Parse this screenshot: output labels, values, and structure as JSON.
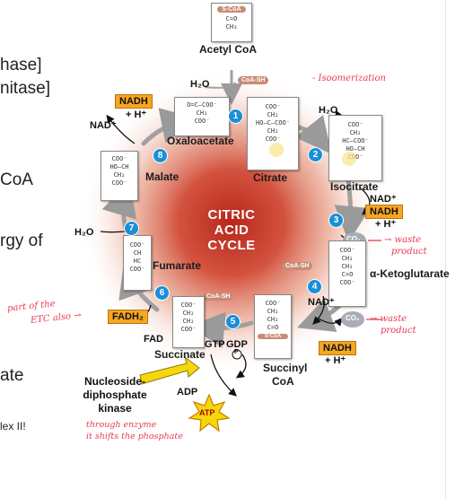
{
  "left_fragments": {
    "line1": "hase]",
    "line2": "nitase]",
    "line3": "CoA",
    "line4": "rgy of",
    "line5": "ate",
    "line6": "lex II!"
  },
  "center": {
    "line1": "CITRIC",
    "line2": "ACID",
    "line3": "CYCLE"
  },
  "steps": [
    "1",
    "2",
    "3",
    "4",
    "5",
    "6",
    "7",
    "8"
  ],
  "molecules": {
    "acetyl_coa": "Acetyl CoA",
    "oxaloacetate": "Oxaloacetate",
    "citrate": "Citrate",
    "isocitrate": "Isocitrate",
    "ketoglutarate": "α-Ketoglutarate",
    "succinyl_coa_1": "Succinyl",
    "succinyl_coa_2": "CoA",
    "succinate": "Succinate",
    "fumarate": "Fumarate",
    "malate": "Malate"
  },
  "cofactors": {
    "h2o_top": "H₂O",
    "coash_top": "CoA-SH",
    "h2o_right": "H₂O",
    "nad_right": "NAD⁺",
    "nadh_right": "NADH",
    "hplus_right": "+ H⁺",
    "co2_1": "CO₂",
    "coash_mid": "CoA-SH",
    "nad_lower": "NAD⁺",
    "nadh_lower": "NADH",
    "hplus_lower": "+ H⁺",
    "co2_2": "CO₂",
    "coash_bottom": "CoA-SH",
    "gtp": "GTP",
    "gdp": "GDP",
    "pi": "P",
    "adp": "ADP",
    "atp": "ATP",
    "fad": "FAD",
    "fadh2": "FADH₂",
    "h2o_left": "H₂O",
    "nadh_top_left": "NADH",
    "hplus_top_left": "+ H⁺",
    "nad_top_left": "NAD⁺",
    "scoa": "S-CoA"
  },
  "kinase": {
    "line1": "Nucleoside-",
    "line2": "diphosphate",
    "line3": "kinase"
  },
  "handwritten": {
    "isomerization": "- Isoomerization",
    "waste1a": "→ waste",
    "waste1b": "product",
    "waste2a": "→ waste",
    "waste2b": "product",
    "etc1": "part of the",
    "etc2": "ETC also →",
    "enzyme1": "through enzyme",
    "enzyme2": "it shifts the phosphate"
  },
  "colors": {
    "glow": "#c0392b",
    "step_circle": "#1a8fd8",
    "nadh_box": "#f5a623",
    "atp_star": "#f6d70a",
    "handwriting": "#e83a52",
    "arrow": "#9a9a9a"
  }
}
